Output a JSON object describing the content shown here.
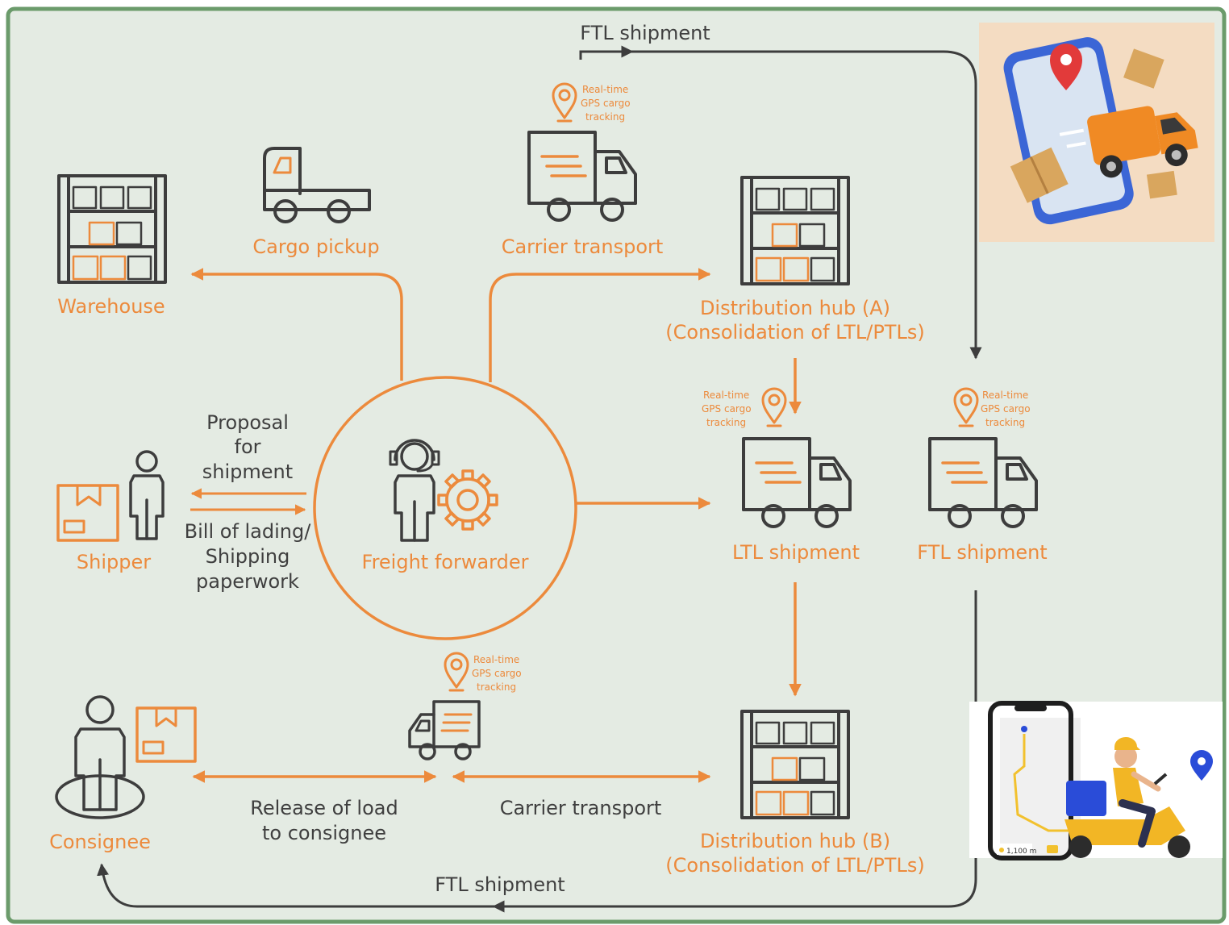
{
  "title": "",
  "nodes": {
    "warehouse": "Warehouse",
    "cargo_pickup": "Cargo pickup",
    "carrier_transport_top": "Carrier transport",
    "hub_a_line1": "Distribution hub (A)",
    "hub_a_line2": "(Consolidation of LTL/PTLs)",
    "shipper": "Shipper",
    "freight_forwarder": "Freight forwarder",
    "ltl_shipment": "LTL shipment",
    "ftl_shipment": "FTL shipment",
    "consignee": "Consignee",
    "hub_b_line1": "Distribution hub (B)",
    "hub_b_line2": "(Consolidation of LTL/PTLs)"
  },
  "edges": {
    "ftl_top": "FTL shipment",
    "ftl_bottom": "FTL shipment",
    "proposal_1": "Proposal",
    "proposal_2": "for",
    "proposal_3": "shipment",
    "bill_1": "Bill of lading/",
    "bill_2": "Shipping",
    "bill_3": "paperwork",
    "release_1": "Release of load",
    "release_2": "to consignee",
    "carrier_bottom": "Carrier transport"
  },
  "gps": {
    "line1": "Real-time",
    "line2": "GPS cargo",
    "line3": "tracking"
  },
  "inset_map": {
    "distance": "1,100 m"
  },
  "colors": {
    "background": "#e4ebe3",
    "frame": "#6b9b6b",
    "accent": "#ec8a3c",
    "ink": "#3d3d3d"
  },
  "icons": {
    "warehouse": "shelving-icon",
    "truck": "truck-icon",
    "person": "person-icon",
    "package": "package-icon",
    "gps": "map-pin-icon",
    "gear": "gear-icon"
  }
}
